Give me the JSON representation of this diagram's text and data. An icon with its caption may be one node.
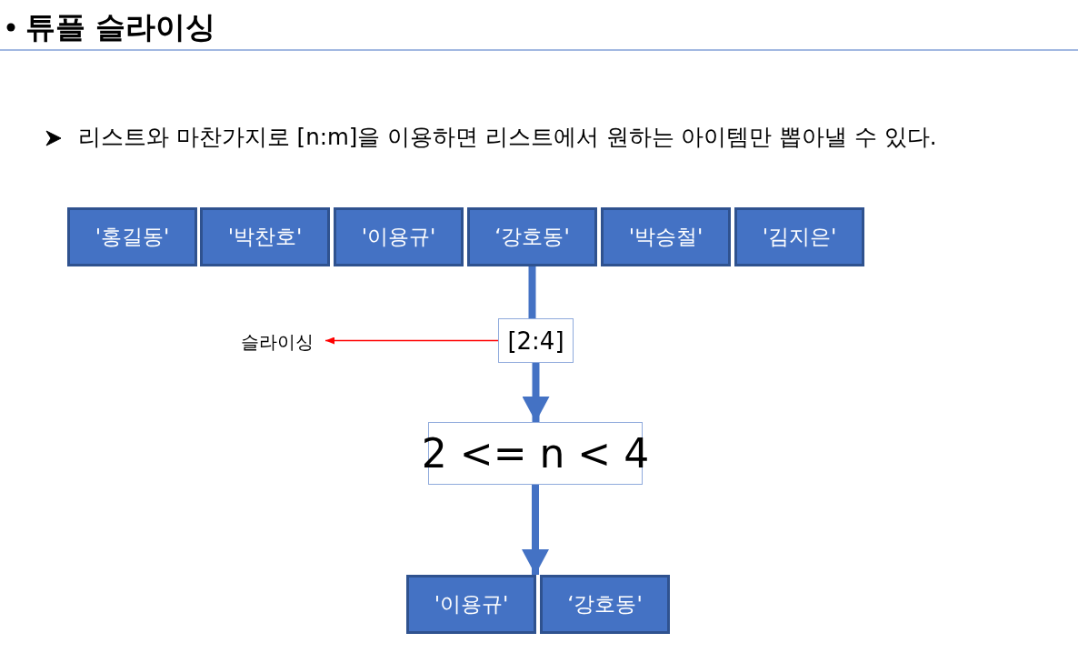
{
  "diagram": {
    "title": "튜플 슬라이싱",
    "nodes": [
      {
        "text": [
          "'홍길동'"
        ]
      },
      {
        "text": [
          "'박찬호'"
        ]
      },
      {
        "text": [
          "'이용규'"
        ]
      },
      {
        "text": [
          "‘강호동'"
        ]
      },
      {
        "text": [
          "'박승철'"
        ]
      },
      {
        "text": [
          "'김지은'"
        ]
      },
      {
        "text": [
          "[2:4]"
        ]
      },
      {
        "text": [
          "2 <= n < 4"
        ]
      },
      {
        "text": [
          "'이용규'"
        ]
      },
      {
        "text": [
          "‘강호동'"
        ]
      },
      {
        "text": [
          "슬라이싱"
        ]
      }
    ],
    "edges": [
      {
        "from": 3,
        "to": 6,
        "arrow": "none"
      },
      {
        "from": 6,
        "to": 7,
        "arrow": "to"
      },
      {
        "from": 7,
        "to": 8,
        "arrow": "to"
      },
      {
        "from": 7,
        "to": 9,
        "arrow": "to"
      },
      {
        "from": 6,
        "to": 10,
        "arrow": "to",
        "color": "#ff0000"
      }
    ],
    "labels": [
      "리스트와 마찬가지로 [n:m]을 이용하면 리스트에서 원하는 아이템만 뽑아낼 수 있다."
    ]
  }
}
